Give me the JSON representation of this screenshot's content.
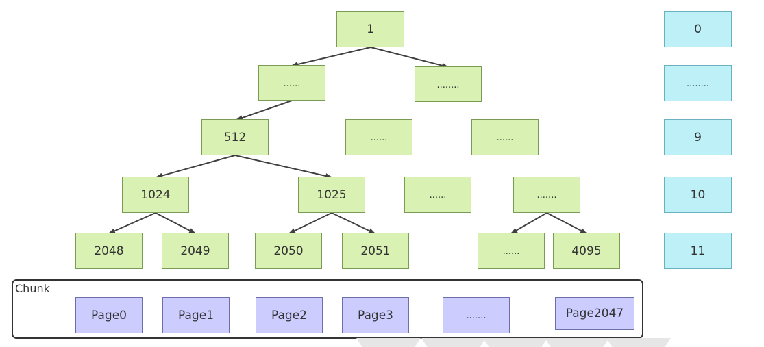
{
  "tree": {
    "level0": [
      "1"
    ],
    "level1": [
      "......",
      "........"
    ],
    "level2": [
      "512",
      "......",
      "......"
    ],
    "level3": [
      "1024",
      "1025",
      "......",
      "......."
    ],
    "level4": [
      "2048",
      "2049",
      "2050",
      "2051",
      "......",
      "4095"
    ]
  },
  "depth_column": [
    "0",
    "........",
    "9",
    "10",
    "11"
  ],
  "chunk": {
    "label": "Chunk",
    "pages": [
      "Page0",
      "Page1",
      "Page2",
      "Page3",
      ".......",
      "Page2047"
    ]
  },
  "colors": {
    "node_fill": "#d9f2b3",
    "level_fill": "#bdf0f7",
    "page_fill": "#ccccff",
    "edge": "#404040"
  }
}
